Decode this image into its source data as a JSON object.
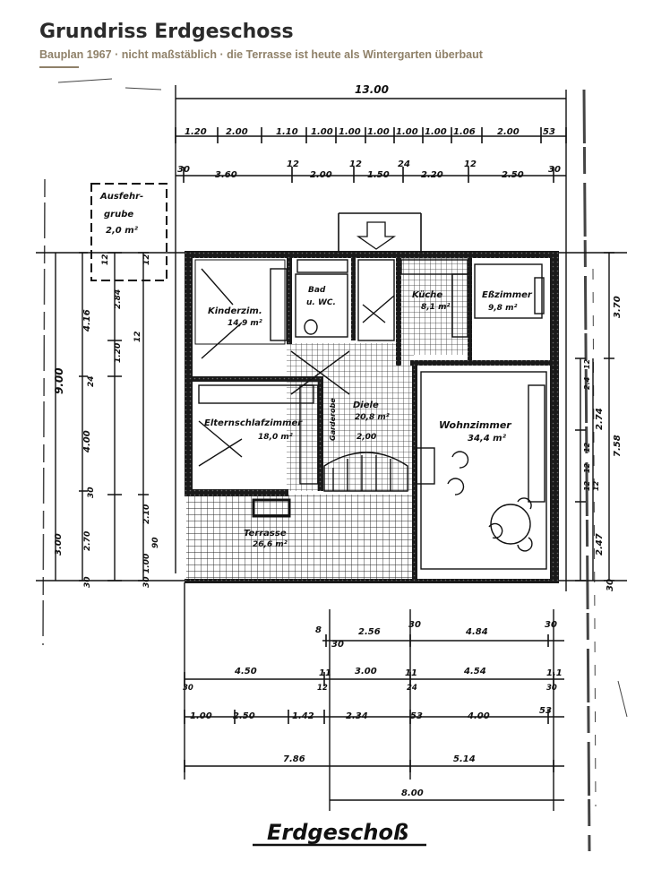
{
  "header": {
    "title": "Grundriss Erdgeschoss",
    "subtitle": "Bauplan 1967 · nicht maßstäblich · die Terrasse ist heute als Wintergarten überbaut"
  },
  "plan": {
    "caption": "Erdgeschoß",
    "rooms": {
      "kinderzimmer": "Kinderzim.",
      "kinderzimmer_area": "14,9 m²",
      "bad": "Bad",
      "wc": "u. WC.",
      "kueche": "Küche",
      "kueche_area": "8,1 m²",
      "esszimmer": "Eßzimmer",
      "esszimmer_area": "9,8 m²",
      "diele": "Diele",
      "diele_area": "20,8 m²",
      "diele_height": "2,00",
      "garderobe": "Garderobe",
      "elternschlafzimmer": "Elternschlafzimmer",
      "elternschlafzimmer_area": "18,0 m²",
      "wohnzimmer": "Wohnzimmer",
      "wohnzimmer_area": "34,4 m²",
      "terrasse": "Terrasse",
      "terrasse_area": "26,6 m²",
      "ausfuehrgrube": [
        "Ausfehr-",
        "grube",
        "2,0 m²"
      ]
    },
    "dims_top": {
      "overall": "13.00",
      "row1": [
        "1.20",
        "2.00",
        "1.10",
        "1.00",
        "1.00",
        "1.00",
        "1.00",
        "1.00",
        "1.06",
        "2.00",
        "53"
      ],
      "row2": [
        "30",
        "3.60",
        "12",
        "2.00",
        "12",
        "1.50",
        "24",
        "2.20",
        "12",
        "2.50",
        "30"
      ]
    },
    "dims_left": {
      "overall": "9.00",
      "outer": [
        "4.16",
        "4.00",
        "3.00"
      ],
      "inner": [
        "2.84",
        "1.20",
        "24",
        "30",
        "2.70",
        "30"
      ],
      "small": [
        "12",
        "12",
        "12",
        "2.10",
        "90",
        "1.00",
        "30"
      ]
    },
    "dims_right": {
      "main": [
        "3.70",
        "2.74",
        "7.58",
        "2.47",
        "30"
      ],
      "small": [
        "12",
        "2.4",
        "12",
        "12",
        "12",
        "12"
      ]
    },
    "dims_bottom": {
      "row1": [
        "8",
        "30",
        "2.56",
        "30",
        "4.84",
        "30"
      ],
      "row2": [
        "4.50",
        "11",
        "3.00",
        "11",
        "4.54",
        "1.1"
      ],
      "row2_small": [
        "30",
        "12",
        "24",
        "30"
      ],
      "row3": [
        "1.00",
        "2.50",
        "1.42",
        "2.34",
        "53",
        "4.00",
        "53"
      ],
      "row4": [
        "7.86",
        "5.14"
      ],
      "overall": "8.00"
    }
  }
}
